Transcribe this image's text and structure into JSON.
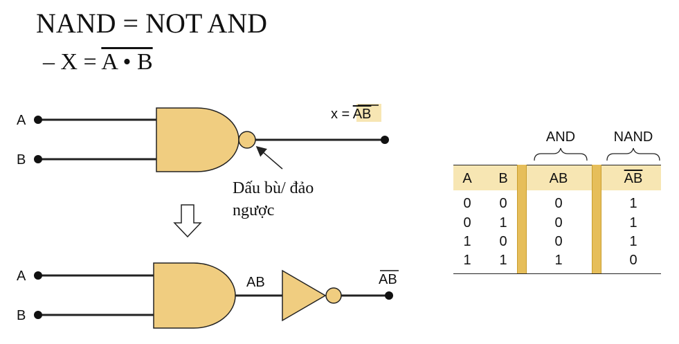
{
  "heading": {
    "title": "NAND = NOT AND",
    "formula_prefix": "– X = ",
    "formula_overlined": "A • B"
  },
  "diagram_top": {
    "input_a": "A",
    "input_b": "B",
    "output_prefix": "x = ",
    "output_overlined": "AB"
  },
  "note": {
    "line1": "Dấu bù/ đảo",
    "line2": "ngược"
  },
  "diagram_bottom": {
    "input_a": "A",
    "input_b": "B",
    "mid_label": "AB",
    "output_overlined": "AB"
  },
  "truth_table": {
    "group_and": "AND",
    "group_nand": "NAND",
    "headers": {
      "a": "A",
      "b": "B",
      "and": "AB",
      "nand": "AB"
    },
    "rows": [
      {
        "a": "0",
        "b": "0",
        "and": "0",
        "nand": "1"
      },
      {
        "a": "0",
        "b": "1",
        "and": "0",
        "nand": "1"
      },
      {
        "a": "1",
        "b": "0",
        "and": "0",
        "nand": "1"
      },
      {
        "a": "1",
        "b": "1",
        "and": "1",
        "nand": "0"
      }
    ]
  },
  "colors": {
    "gate_fill": "#f0cd80",
    "gate_stroke": "#222222",
    "table_header": "#f7e6b3",
    "table_bar": "#e6be5a"
  }
}
